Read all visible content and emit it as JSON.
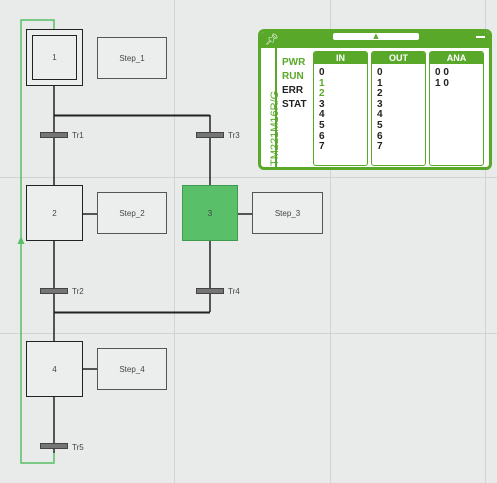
{
  "colors": {
    "background": "#e9ebea",
    "grid": "#d2d4d3",
    "active_step": "#59bf68",
    "plc_green": "#5aa82a",
    "link": "#222222",
    "loop_back": "#59bf68"
  },
  "grafcet": {
    "steps": [
      {
        "id": "1",
        "label": "1",
        "action": "Step_1",
        "initial": true,
        "active": false
      },
      {
        "id": "2",
        "label": "2",
        "action": "Step_2",
        "initial": false,
        "active": false
      },
      {
        "id": "3",
        "label": "3",
        "action": "Step_3",
        "initial": false,
        "active": true
      },
      {
        "id": "4",
        "label": "4",
        "action": "Step_4",
        "initial": false,
        "active": false
      }
    ],
    "transitions": [
      {
        "id": "Tr1",
        "label": "Tr1"
      },
      {
        "id": "Tr2",
        "label": "Tr2"
      },
      {
        "id": "Tr3",
        "label": "Tr3"
      },
      {
        "id": "Tr4",
        "label": "Tr4"
      },
      {
        "id": "Tr5",
        "label": "Tr5"
      }
    ]
  },
  "plc": {
    "model": "TM221M16R/G",
    "pin_icon": "pin-icon",
    "collapse_icon": "chevron-up-icon",
    "minimize_icon": "minimize-icon",
    "status": {
      "pwr": "PWR",
      "run": "RUN",
      "err": "ERR",
      "stat": "STAT"
    },
    "status_on": {
      "pwr": true,
      "run": true,
      "err": false,
      "stat": false
    },
    "in": {
      "header": "IN",
      "rows": [
        {
          "text": "0",
          "on": false
        },
        {
          "text": "1",
          "on": true
        },
        {
          "text": "2",
          "on": true
        },
        {
          "text": "3",
          "on": false
        },
        {
          "text": "4",
          "on": false
        },
        {
          "text": "5",
          "on": false
        },
        {
          "text": "6",
          "on": false
        },
        {
          "text": "7",
          "on": false
        }
      ]
    },
    "out": {
      "header": "OUT",
      "rows": [
        {
          "text": "0",
          "on": false
        },
        {
          "text": "1",
          "on": false
        },
        {
          "text": "2",
          "on": false
        },
        {
          "text": "3",
          "on": false
        },
        {
          "text": "4",
          "on": false
        },
        {
          "text": "5",
          "on": false
        },
        {
          "text": "6",
          "on": false
        },
        {
          "text": "7",
          "on": false
        }
      ]
    },
    "ana": {
      "header": "ANA",
      "rows": [
        {
          "text": "0 0",
          "on": false
        },
        {
          "text": "1 0",
          "on": false
        }
      ]
    }
  }
}
